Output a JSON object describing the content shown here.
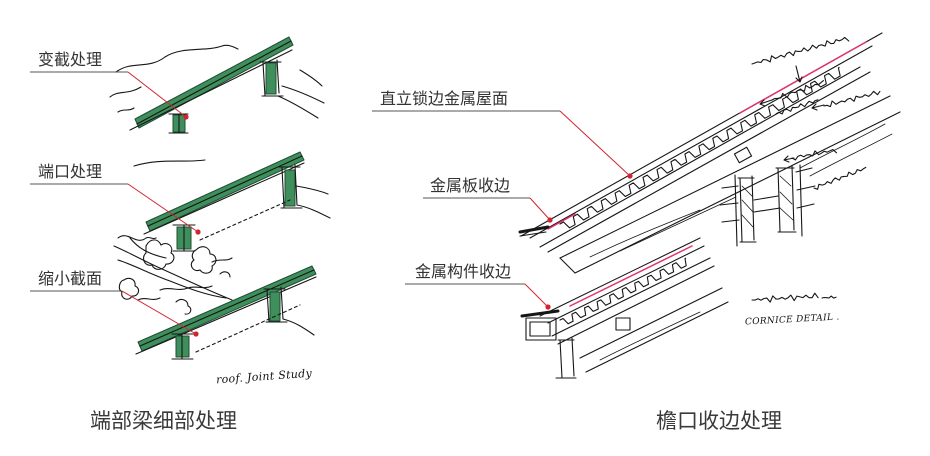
{
  "figure": {
    "left_panel": {
      "labels": [
        "变截处理",
        "端口处理",
        "缩小截面"
      ],
      "handwritten_note": "roof. Joint Study",
      "caption": "端部梁细部处理"
    },
    "right_panel": {
      "labels": [
        "直立锁边金属屋面",
        "金属板收边",
        "金属构件收边"
      ],
      "handwritten_note": "CORNICE DETAIL .",
      "caption": "檐口收边处理"
    }
  },
  "colors": {
    "leader_line": "#d1242f",
    "underline": "#555555",
    "label_text": "#333333",
    "caption_text": "#3a3a3a",
    "sketch_ink": "#161616",
    "beam_green": "#3f8f5c",
    "beam_green_dark": "#1f4d33",
    "flashing_pink": "#e4326e"
  }
}
